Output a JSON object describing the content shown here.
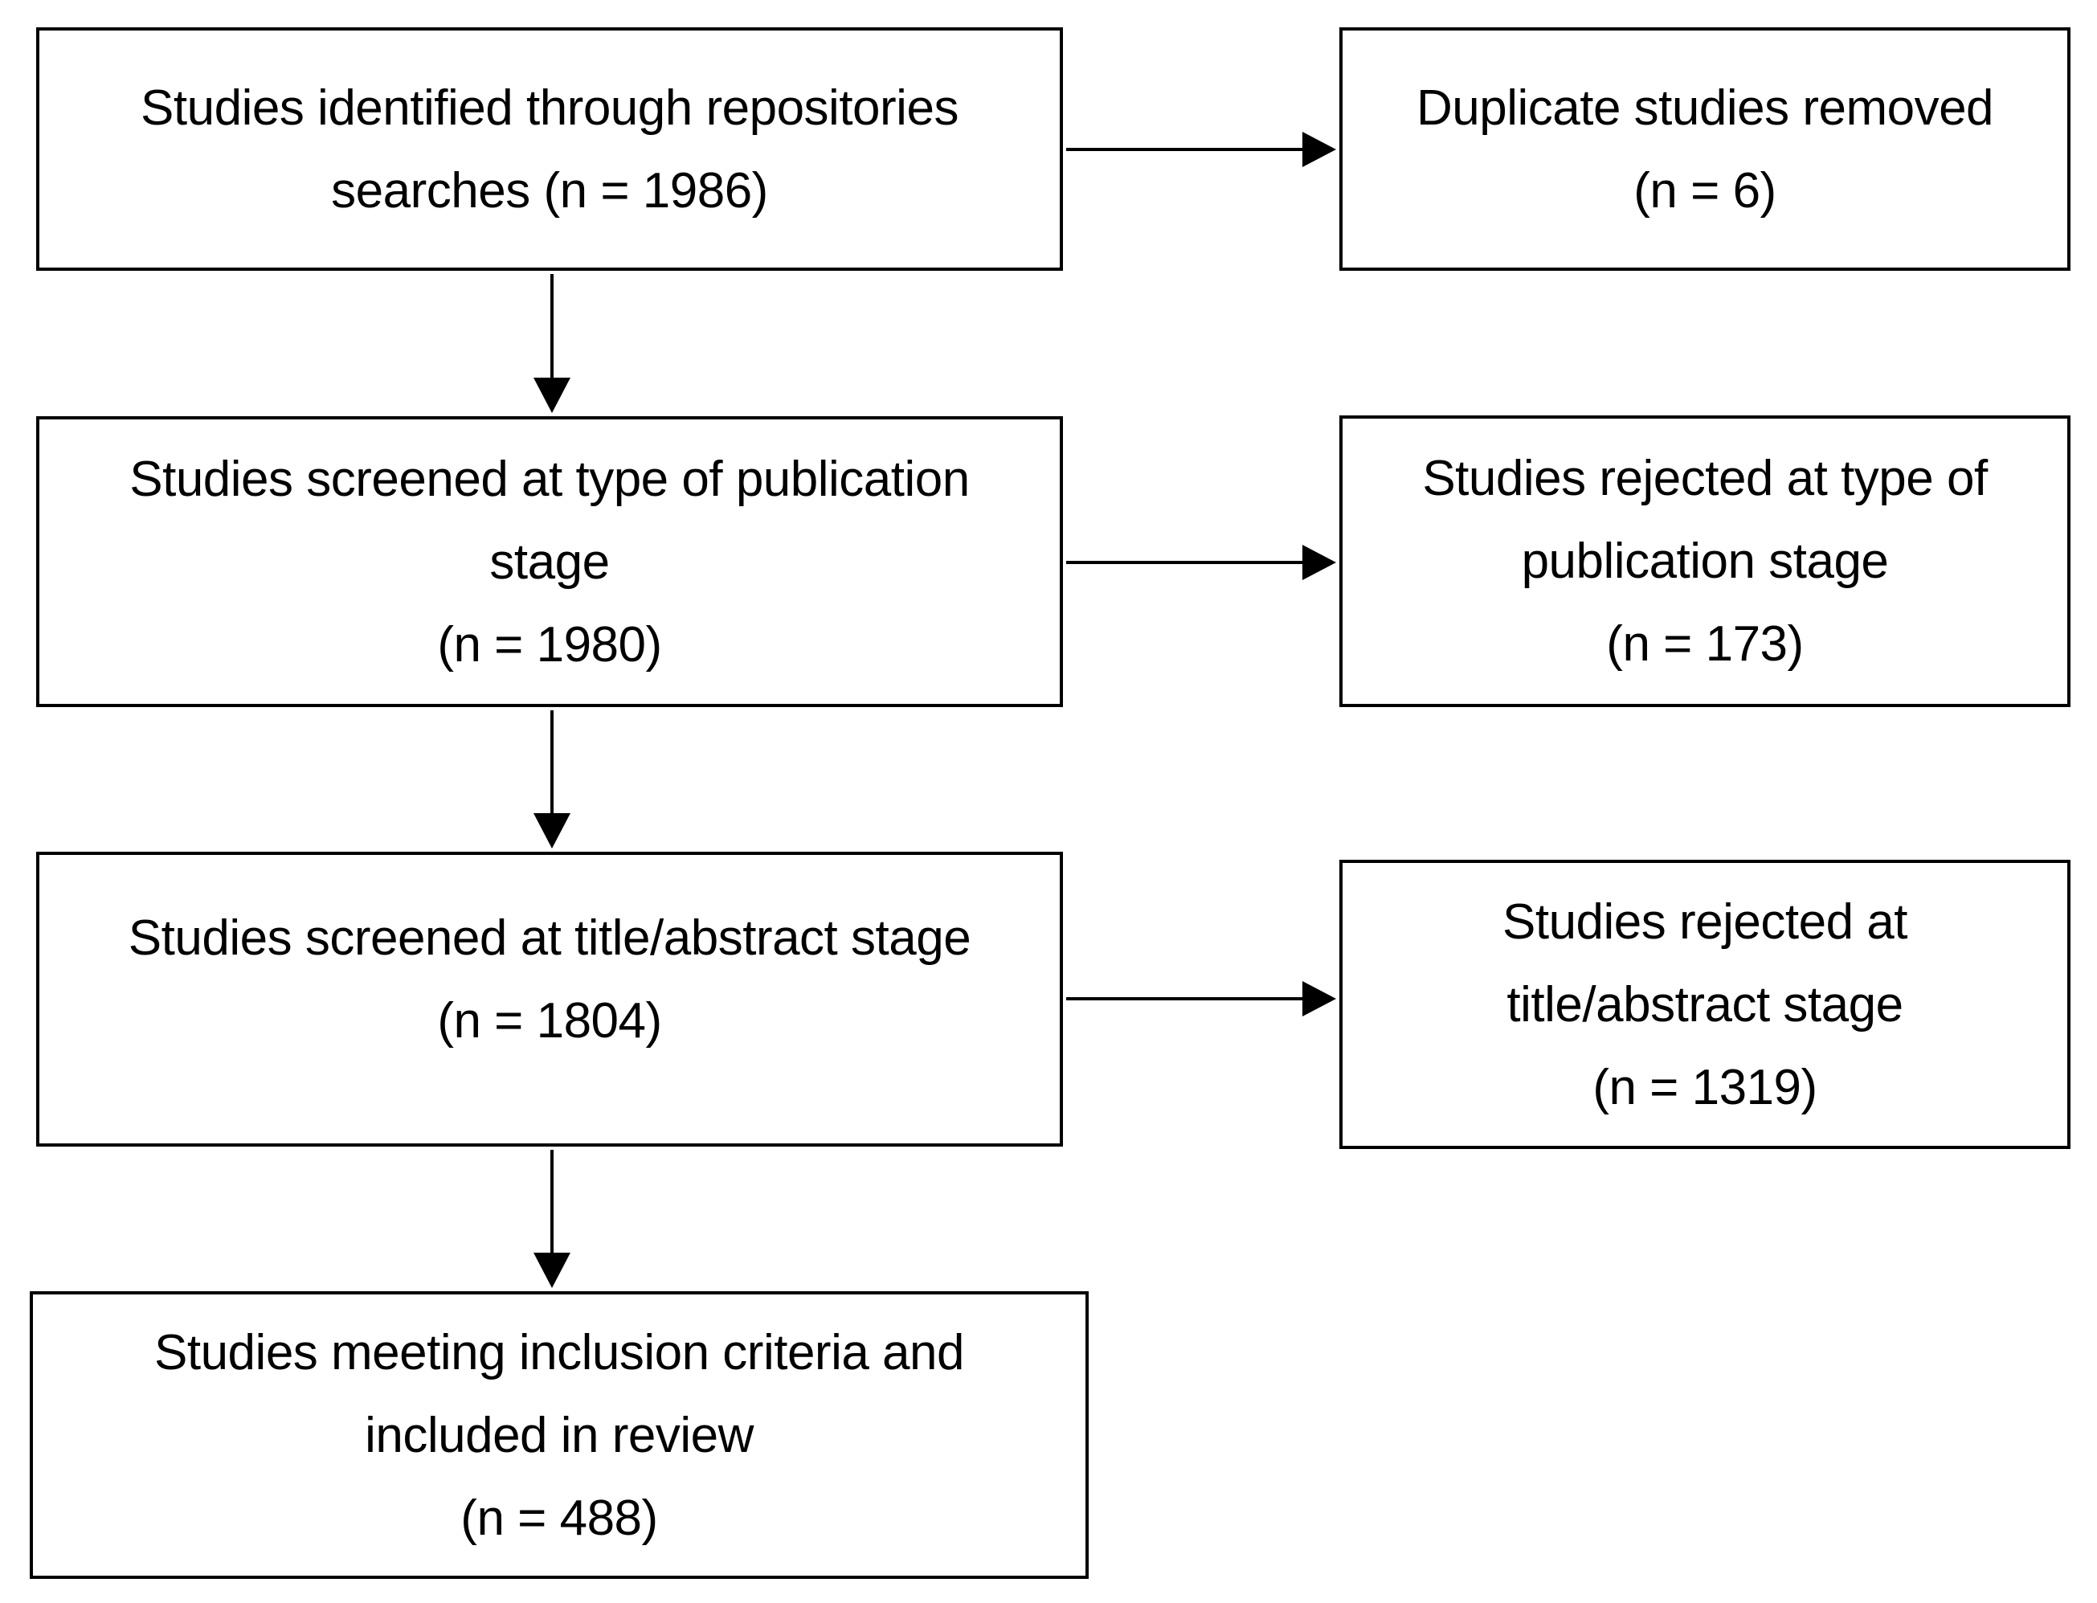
{
  "flow": {
    "background_color": "#ffffff",
    "box_border_color": "#000000",
    "text_color": "#000000",
    "main_boxes": [
      {
        "id": "identified",
        "n": 1986,
        "lines": [
          "Studies identified through repositories",
          "searches (n = 1986)"
        ]
      },
      {
        "id": "screened_publication",
        "n": 1980,
        "lines": [
          "Studies screened at type of publication",
          "stage",
          "(n = 1980)"
        ]
      },
      {
        "id": "screened_title_abstract",
        "n": 1804,
        "lines": [
          "Studies screened at title/abstract stage",
          "(n = 1804)"
        ]
      },
      {
        "id": "included",
        "n": 488,
        "lines": [
          "Studies meeting inclusion criteria and",
          "included in review",
          "(n = 488)"
        ]
      }
    ],
    "side_boxes": [
      {
        "id": "duplicates_removed",
        "n": 6,
        "lines": [
          "Duplicate studies removed",
          "(n = 6)"
        ]
      },
      {
        "id": "rejected_publication",
        "n": 173,
        "lines": [
          "Studies rejected at type of",
          "publication stage",
          "(n = 173)"
        ]
      },
      {
        "id": "rejected_title_abstract",
        "n": 1319,
        "lines": [
          "Studies rejected at",
          "title/abstract stage",
          "(n = 1319)"
        ]
      }
    ],
    "connections": [
      {
        "from": "identified",
        "to": "duplicates_removed",
        "direction": "right"
      },
      {
        "from": "identified",
        "to": "screened_publication",
        "direction": "down"
      },
      {
        "from": "screened_publication",
        "to": "rejected_publication",
        "direction": "right"
      },
      {
        "from": "screened_publication",
        "to": "screened_title_abstract",
        "direction": "down"
      },
      {
        "from": "screened_title_abstract",
        "to": "rejected_title_abstract",
        "direction": "right"
      },
      {
        "from": "screened_title_abstract",
        "to": "included",
        "direction": "down"
      }
    ]
  }
}
